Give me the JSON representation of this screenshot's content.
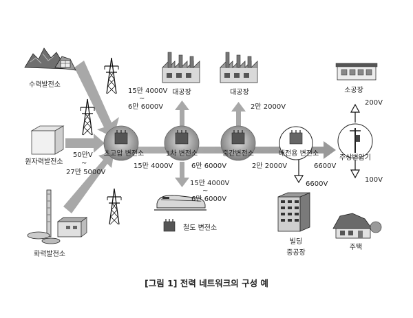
{
  "sources": {
    "hydro": "수력발전소",
    "nuclear": "원자력발전소",
    "thermal": "화력발전소"
  },
  "substations": {
    "ultra_high": "초고압 변전소",
    "primary": "1차 변전소",
    "intermediate": "중간변전소",
    "distribution": "배전용 변전소",
    "pole_transformer": "주상변압기",
    "railway": "철도 변전소"
  },
  "consumers": {
    "large_factory_1": "대공장",
    "large_factory_2": "대공장",
    "small_factory": "소공장",
    "building": "빌딩",
    "medium_factory": "중공장",
    "house": "주택"
  },
  "voltages": {
    "gen_high": "50만V",
    "gen_tilde": "~",
    "gen_low": "27만 5000V",
    "uh_to_factory_high": "15만 4000V",
    "uh_to_factory_tilde": "~",
    "uh_to_factory_low": "6만 6000V",
    "uh_to_primary": "15만 4000V",
    "primary_to_mid": "6만 6000V",
    "rail_high": "15만 4000V",
    "rail_tilde": "~",
    "rail_low": "6만 6000V",
    "mid_to_factory": "2만 2000V",
    "mid_to_dist": "2만 2000V",
    "dist_to_pole": "6600V",
    "dist_down": "6600V",
    "pole_up": "200V",
    "pole_down": "100V"
  },
  "caption": "[그림 1] 전력 네트워크의 구성 예"
}
